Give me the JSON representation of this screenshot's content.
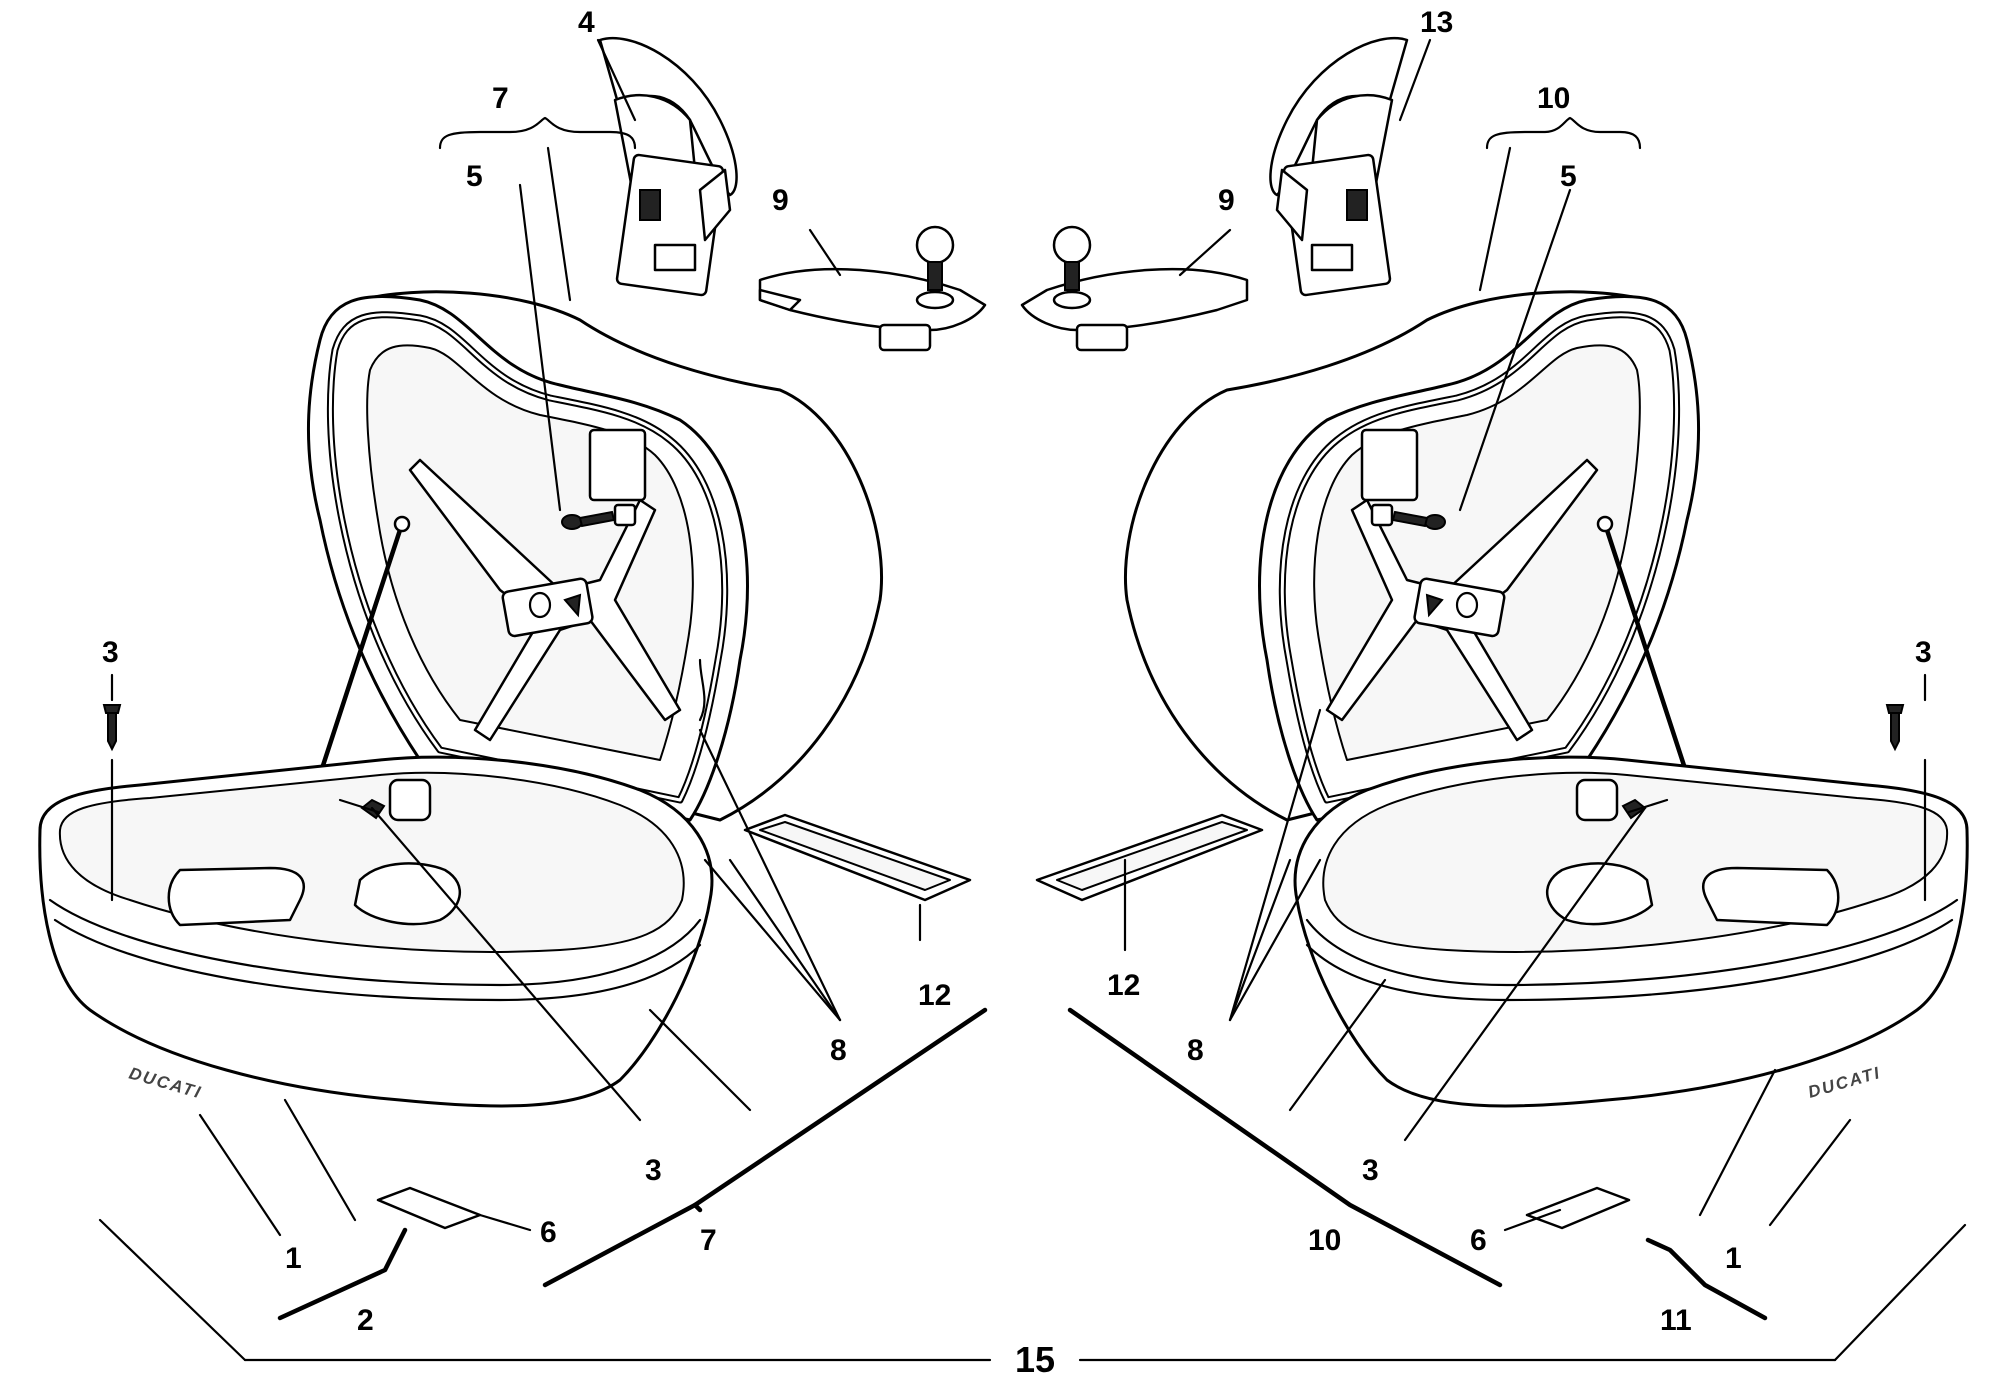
{
  "labels": {
    "l_4": "4",
    "l_7_top": "7",
    "l_5_left": "5",
    "l_9_left": "9",
    "l_3_left_top": "3",
    "l_3_left_bottom": "3",
    "l_8_left": "8",
    "l_12_left": "12",
    "l_7_bottom": "7",
    "l_1_left": "1",
    "l_6_left": "6",
    "l_2": "2",
    "l_15": "15",
    "l_13": "13",
    "l_10_top": "10",
    "l_5_right": "5",
    "l_9_right": "9",
    "l_3_right_top": "3",
    "l_3_right_bottom": "3",
    "l_8_right": "8",
    "l_12_right": "12",
    "l_10_bottom": "10",
    "l_1_right": "1",
    "l_6_right": "6",
    "l_11": "11"
  },
  "decal_text_left": "DUCATI",
  "decal_text_right": "DUCATI"
}
